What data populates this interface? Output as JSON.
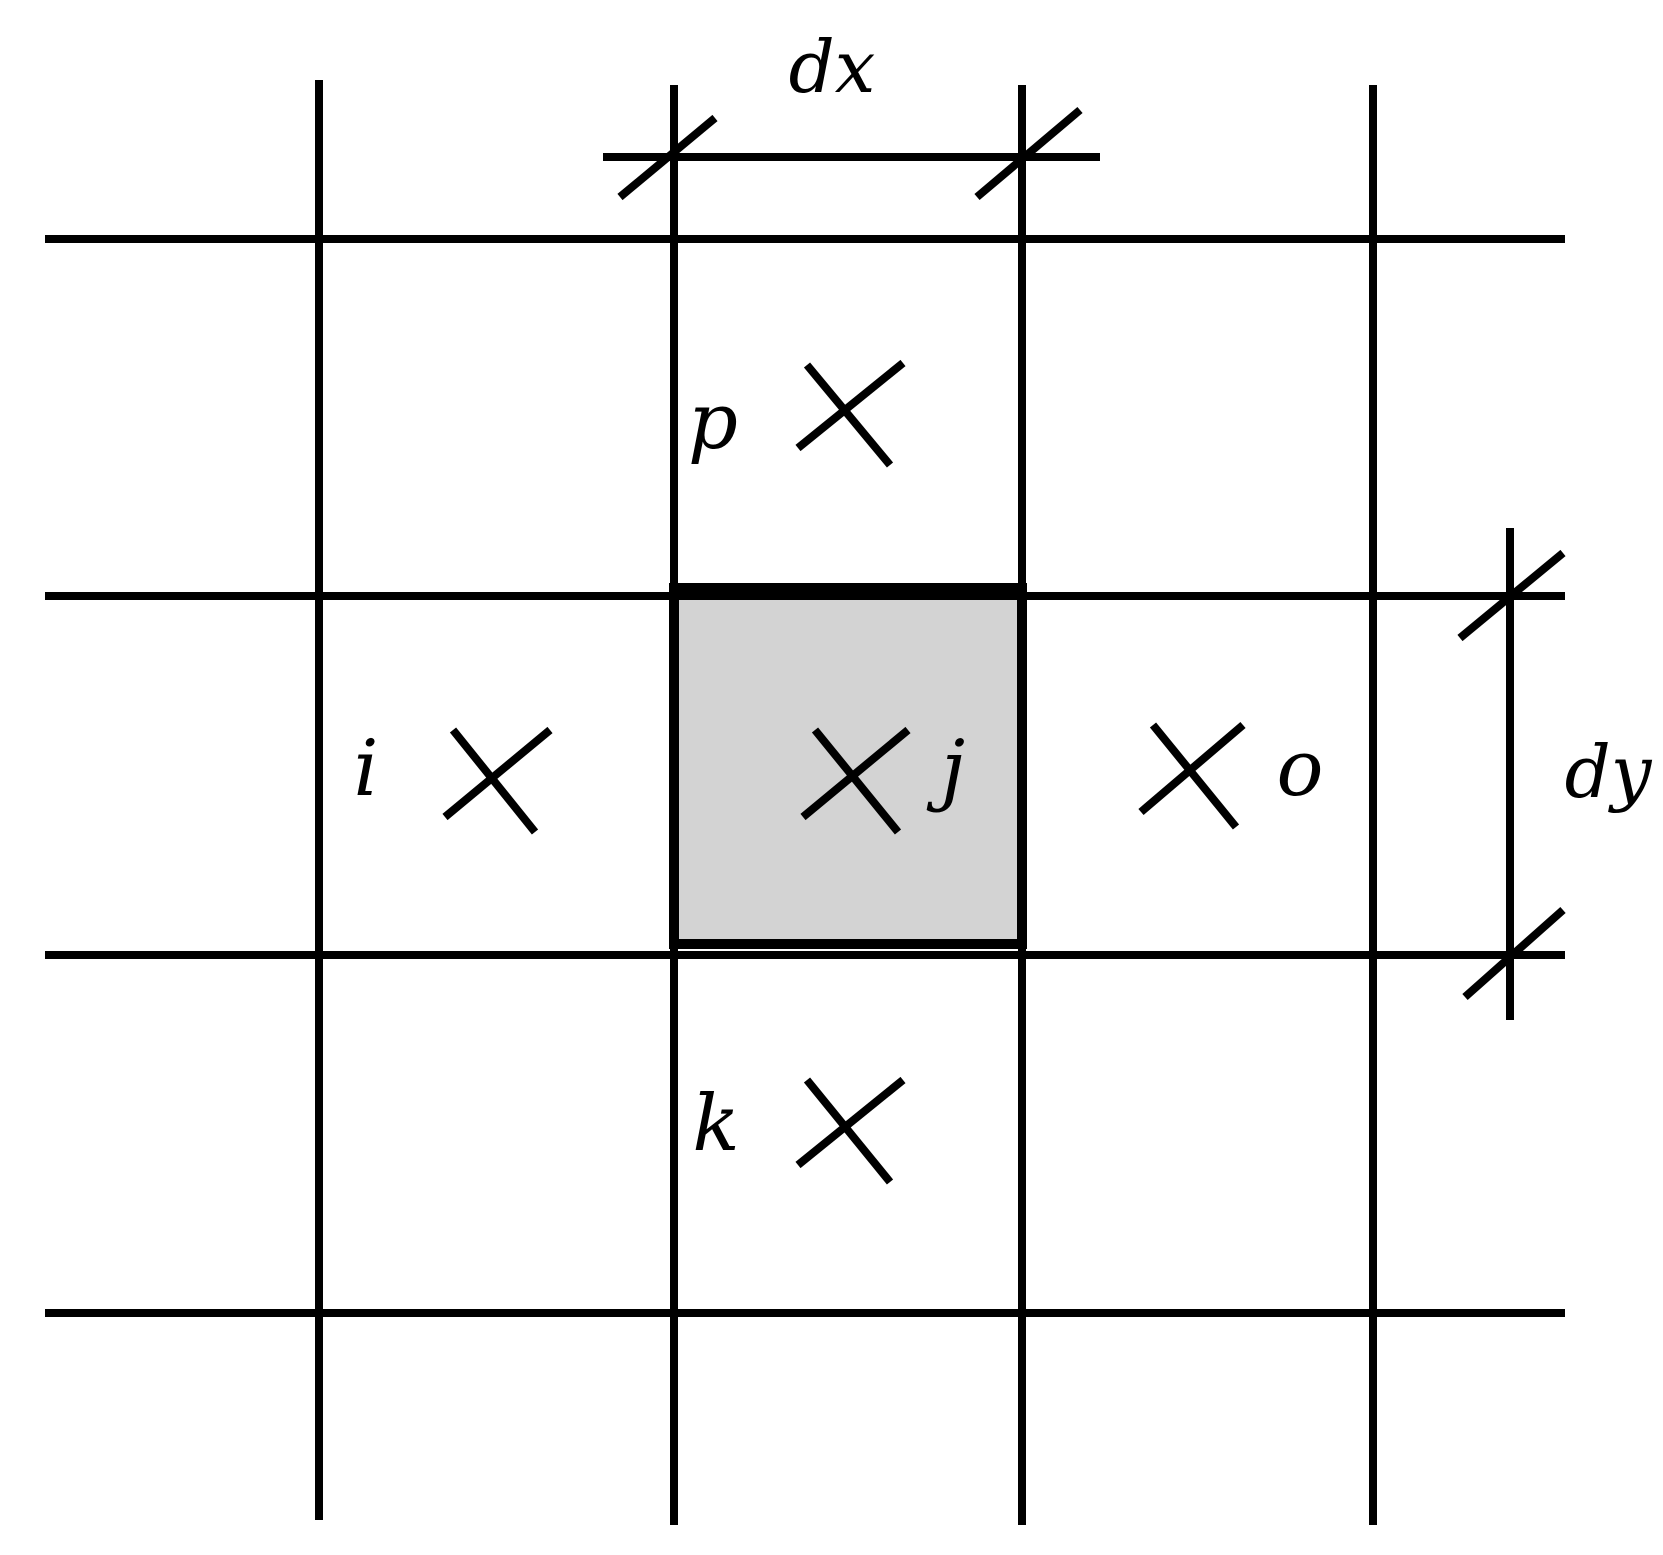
{
  "diagram": {
    "labels": {
      "dx": "dx",
      "dy": "dy",
      "p": "p",
      "i": "i",
      "j": "j",
      "o": "o",
      "k": "k"
    },
    "colors": {
      "line": "#000000",
      "center_cell_fill": "#d3d3d3",
      "background": "#ffffff"
    },
    "markers": [
      "cross-marker-p",
      "cross-marker-i",
      "cross-marker-j",
      "cross-marker-o",
      "cross-marker-k"
    ]
  }
}
